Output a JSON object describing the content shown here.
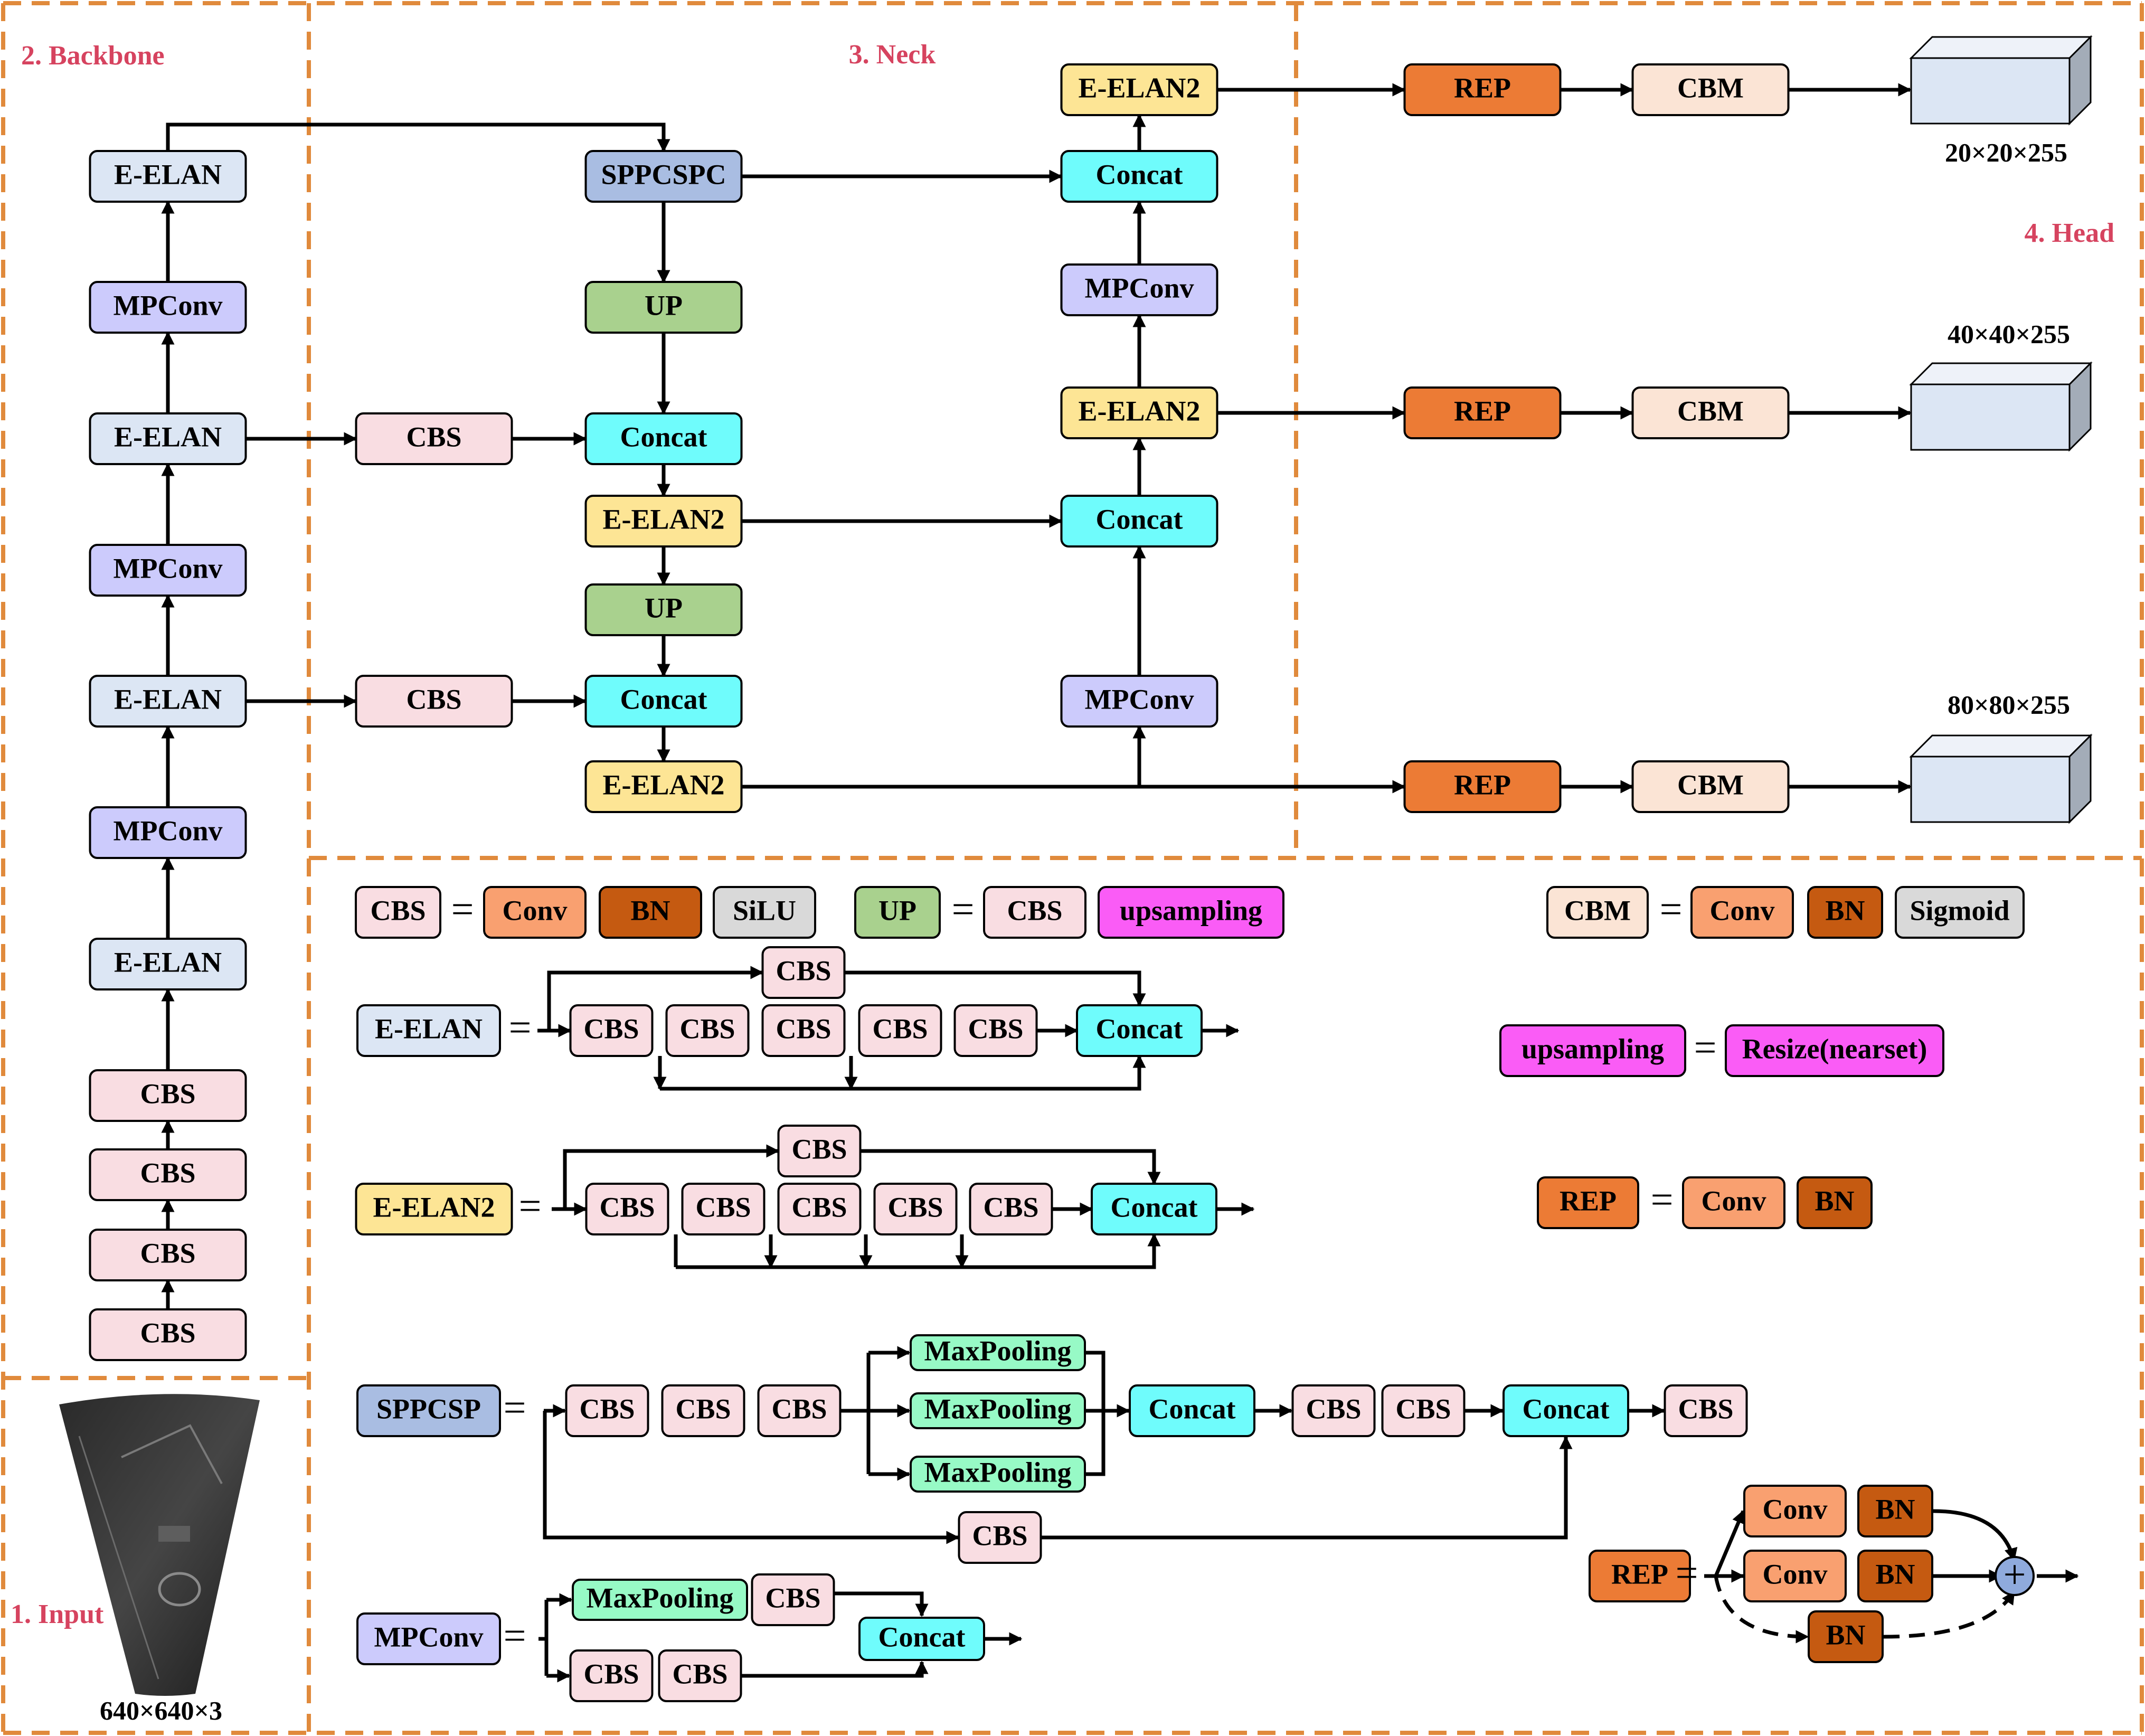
{
  "sections": {
    "backbone": "2. Backbone",
    "neck": "3. Neck",
    "head": "4. Head",
    "input": "1. Input"
  },
  "dims": {
    "input": "640×640×3",
    "out20": "20×20×255",
    "out40": "40×40×255",
    "out80": "80×80×255"
  },
  "labels": {
    "cbs": "CBS",
    "eelan": "E-ELAN",
    "eelan2": "E-ELAN2",
    "mpconv": "MPConv",
    "sppcspc": "SPPCSPC",
    "sppcsp": "SPPCSP",
    "up": "UP",
    "concat": "Concat",
    "rep": "REP",
    "cbm": "CBM",
    "conv": "Conv",
    "bn": "BN",
    "silu": "SiLU",
    "sigmoid": "Sigmoid",
    "upsampling": "upsampling",
    "resize": "Resize(nearset)",
    "maxpooling": "MaxPooling",
    "equals": "=",
    "plus": "+"
  },
  "colors": {
    "frame": "#e08a3c",
    "cbs": "#f9dde2",
    "eelan": "#dce6f4",
    "mpconv": "#cccbfc",
    "sppcspc": "#a9bde2",
    "up": "#a9d18e",
    "concat": "#6ffcfc",
    "eelan2": "#fde595",
    "rep": "#ec7b35",
    "cbm": "#fbe4d5",
    "conv": "#f9a070",
    "bn": "#c55a11",
    "silu": "#d9d9d9",
    "upsampling": "#fa5cf6",
    "maxpooling": "#97fac6",
    "cube": "#dce6f4",
    "plus_node": "#8faadc",
    "section_label": "#d6435f"
  }
}
